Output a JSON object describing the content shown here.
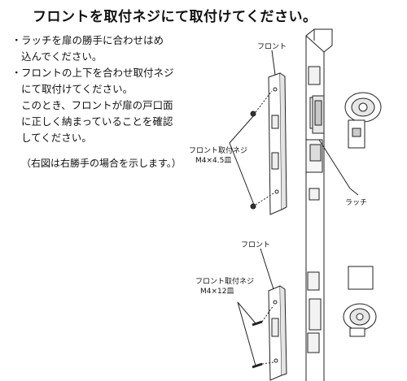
{
  "title": "フロントを取付ネジにて取付けてください。",
  "steps": [
    {
      "bullet": "・",
      "lines": [
        "ラッチを扉の勝手に合わせはめ",
        "込んでください。"
      ]
    },
    {
      "bullet": "・",
      "lines": [
        "フロントの上下を合わせ取付ネジ",
        "にて取付けてください。",
        "このとき、フロントが扉の戸口面",
        "に正しく納まっていることを確認",
        "してください。"
      ]
    }
  ],
  "note": "（右図は右勝手の場合を示します。）",
  "labels": {
    "front_top": "フロント",
    "screw_top_line1": "フロント取付ネジ",
    "screw_top_line2": "M4×4.5皿",
    "latch": "ラッチ",
    "front_bottom": "フロント",
    "screw_bottom_line1": "フロント取付ネジ",
    "screw_bottom_line2": "M4×12皿"
  }
}
